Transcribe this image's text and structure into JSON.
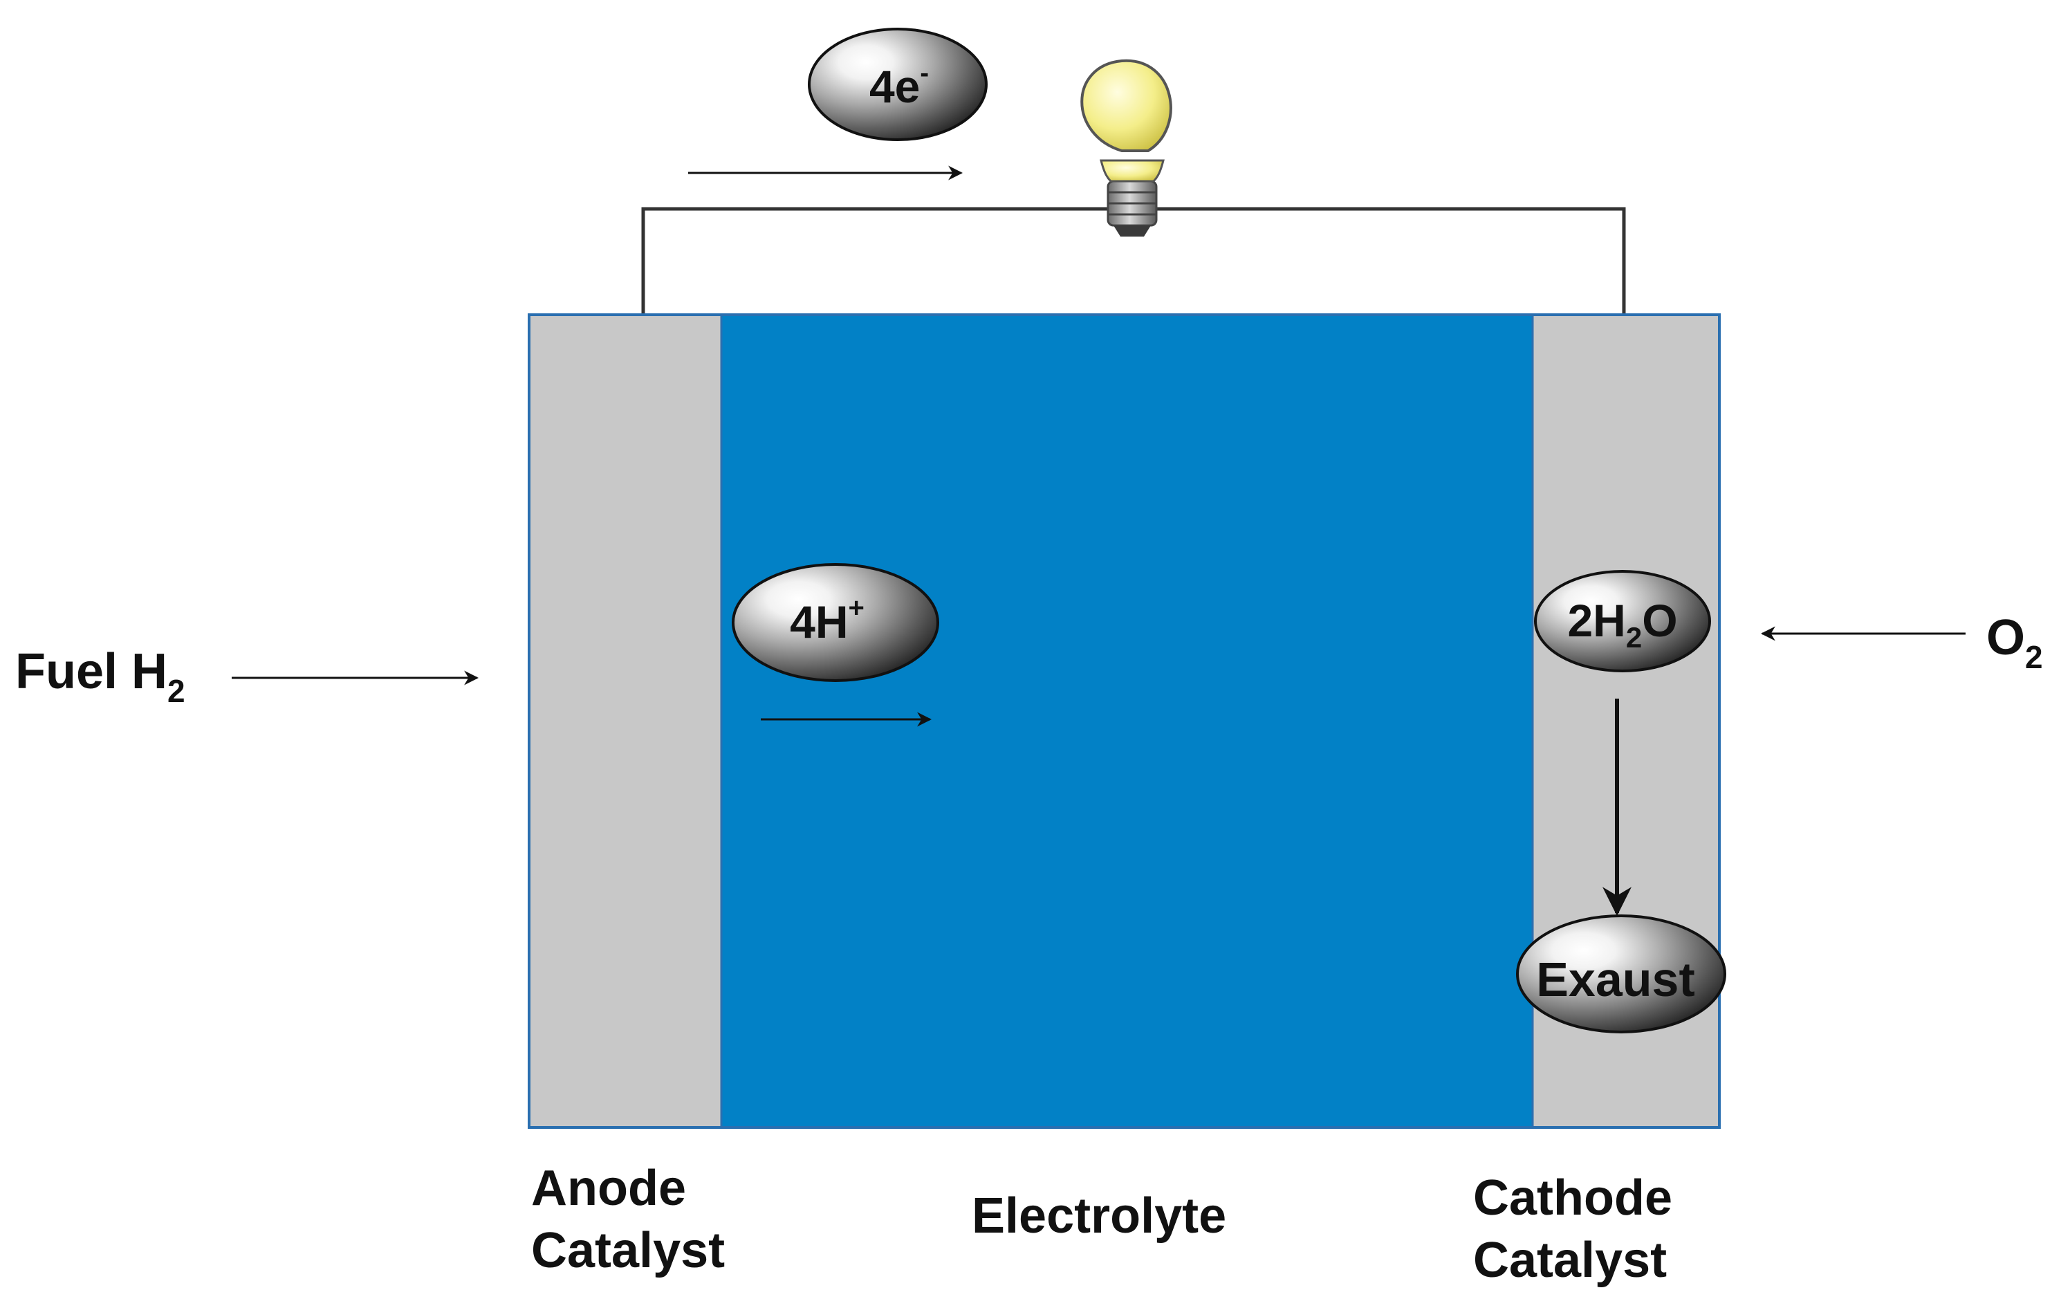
{
  "labels": {
    "fuel": "Fuel H",
    "fuel_sub": "2",
    "oxygen": "O",
    "oxygen_sub": "2",
    "anode_line1": "Anode",
    "anode_line2": "Catalyst",
    "electrolyte": "Electrolyte",
    "cathode_line1": "Cathode",
    "cathode_line2": "Catalyst"
  },
  "particles": {
    "electrons": {
      "main": "4e",
      "sup": "-"
    },
    "protons": {
      "main": "4H",
      "sup": "+"
    },
    "water": {
      "prefix": "2H",
      "sub": "2",
      "suffix": "O"
    },
    "exhaust": {
      "text": "Exaust"
    }
  },
  "colors": {
    "electrolyte": "#0281c6",
    "catalyst": "#c8c8c8",
    "cell_border": "#2a6fb0",
    "wire": "#333333",
    "bulb": "#f4ee8a",
    "arrow": "#111111"
  }
}
